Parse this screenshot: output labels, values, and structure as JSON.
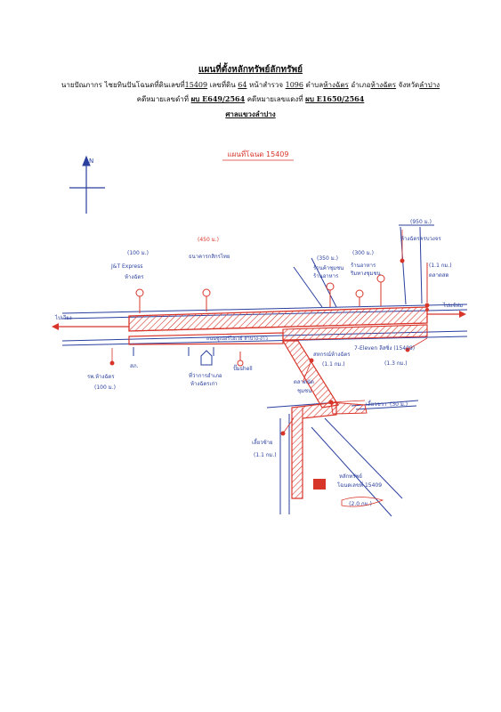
{
  "header": {
    "title": "แผนที่ตั้งหลักทรัพย์ลักทรัพย์",
    "line2": {
      "prefix": "นายปัณภากร ไชยทินปันโฉนดที่ดินเลขที่",
      "deed_no": "15409",
      "land_no_label": "เลขที่ดิน",
      "land_no": "64",
      "survey_label": "หน้าสำรวจ",
      "survey_no": "1096",
      "tambon_label": "ตำบล",
      "tambon": "ห้างฉัตร",
      "amphoe_label": "อำเภอ",
      "amphoe": "ห้างฉัตร",
      "province_label": "จังหวัด",
      "province": "ลำปาง"
    },
    "line3": {
      "black_case_label": "คดีหมายเลขดำที่",
      "black_case": "ผบ E649/2564",
      "red_case_label": "คดีหมายเลขแดงที่",
      "red_case": "ผบ E1650/2564"
    },
    "court": "ศาลแขวงลำปาง"
  },
  "map": {
    "title": "แผนที่โฉนด 15409",
    "north": "N",
    "road_left": "ไปเวียง",
    "road_right": "ไปแจ้ห่ม",
    "label_jt": "J&T Express",
    "label_jt_sub": "ห้างฉัตร",
    "dist_jt": "(100 ม.)",
    "label_kasikorn": "ธนาคารกสิกรไทย",
    "dist_kasikorn": "(450 ม.)",
    "label_school": "ร้านค้าชุมชน",
    "label_school2": "ร้านอาหาร",
    "dist_school": "(350 ม.)",
    "label_shop_b": "ร้านอาหาร",
    "label_shop_b2": "ริมทางชุมชน",
    "dist_shop_b": "(300 ม.)",
    "label_far": "ห้างฉัตรครบวงจร",
    "dist_far": "(950 ม.)",
    "label_right": "ตลาดสด",
    "dist_right": "(1.1 กม.)",
    "road_name": "ถนนซูเปอร์ไฮเวย์ ลำปาง-งาว",
    "label_police": "สภ.",
    "label_temple": "ที่ว่าการอำเภอ",
    "label_temple2": "ห้างฉัตรเก่า",
    "label_hospital": "รพ.ห้างฉัตร",
    "dist_hospital": "(100 ม.)",
    "label_shell": "ปั๊มshell",
    "label_bank": "สหกรณ์ห้างฉัตร",
    "label_bank2": "(1.1 กม.)",
    "label_711": "7-Eleven ลีสซิ่ง (15409)",
    "dist_711": "(1.3 กม.)",
    "label_market": "ตลาดนัด",
    "label_market2": "ชุมชน",
    "label_village": "เลี้ยวซ้าย",
    "dist_village": "(1.1 กม.)",
    "label_right2": "เลี้ยวขวา",
    "dist_right2": "(30 ม.)",
    "label_lot": "หลักทรัพย์",
    "label_lot2": "โฉนดเลขที่ 15409",
    "dist_lot": "(2.0 กม.)"
  },
  "colors": {
    "blue_ink": "#2a3f9e",
    "red_ink": "#d8352a"
  }
}
